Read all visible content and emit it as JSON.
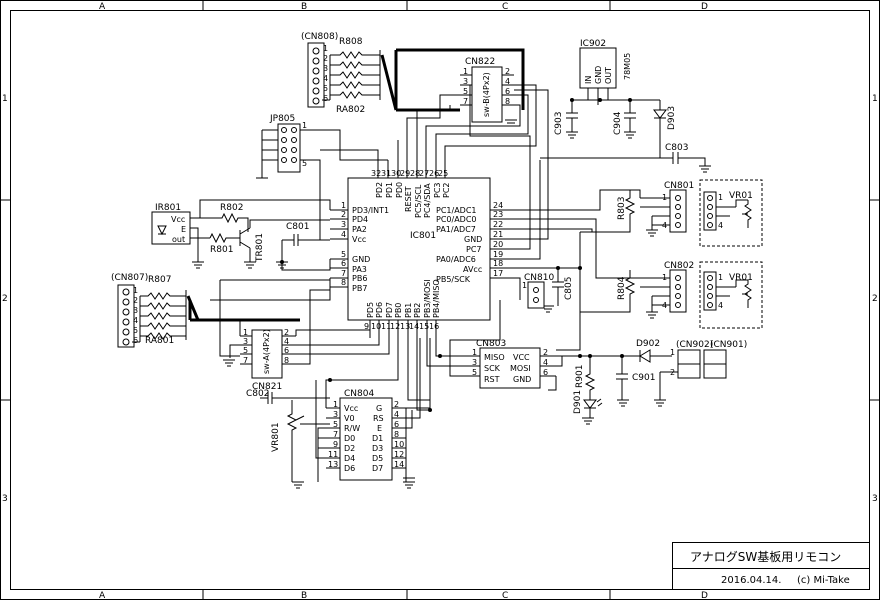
{
  "frame": {
    "columns": [
      "A",
      "B",
      "C",
      "D"
    ],
    "rows": [
      "1",
      "2",
      "3"
    ]
  },
  "title_block": {
    "title": "アナログSW基板用リモコン",
    "date": "2016.04.14.",
    "author": "(c) Mi-Take"
  },
  "components": {
    "ic801": {
      "ref": "IC801",
      "left_pins": [
        {
          "num": "1",
          "name": "PD3/INT1"
        },
        {
          "num": "2",
          "name": "PD4"
        },
        {
          "num": "3",
          "name": "PA2"
        },
        {
          "num": "4",
          "name": "Vcc"
        },
        {
          "num": "5",
          "name": "GND"
        },
        {
          "num": "6",
          "name": ""
        },
        {
          "num": "7",
          "name": "PA3"
        },
        {
          "num": "8",
          "name": "PB6"
        },
        {
          "num": "",
          "name": "PB7"
        }
      ],
      "top_pins": [
        {
          "num": "32",
          "name": "PD2"
        },
        {
          "num": "31",
          "name": "PD1"
        },
        {
          "num": "30",
          "name": "PD0"
        },
        {
          "num": "29",
          "name": "RESET"
        },
        {
          "num": "28",
          "name": "PC5/SCL"
        },
        {
          "num": "27",
          "name": "PC4/SDA"
        },
        {
          "num": "26",
          "name": "PC3"
        },
        {
          "num": "25",
          "name": "PC2"
        }
      ],
      "right_pins": [
        {
          "num": "24",
          "name": "PC1/ADC1"
        },
        {
          "num": "23",
          "name": "PC0/ADC0"
        },
        {
          "num": "22",
          "name": "PA1/ADC7"
        },
        {
          "num": "21",
          "name": "GND"
        },
        {
          "num": "20",
          "name": "PC7"
        },
        {
          "num": "19",
          "name": "PA0/ADC6"
        },
        {
          "num": "18",
          "name": "AVcc"
        },
        {
          "num": "17",
          "name": "PB5/SCK"
        }
      ],
      "bottom_pins": [
        {
          "num": "9",
          "name": "PD5"
        },
        {
          "num": "10",
          "name": "PD6"
        },
        {
          "num": "11",
          "name": "PD7"
        },
        {
          "num": "12",
          "name": "PB0"
        },
        {
          "num": "13",
          "name": "PB1"
        },
        {
          "num": "14",
          "name": "PB2"
        },
        {
          "num": "15",
          "name": "PB3/MOSI"
        },
        {
          "num": "16",
          "name": "PB4/MISO"
        }
      ]
    },
    "cn808": {
      "ref": "(CN808)",
      "pins": [
        "1",
        "2",
        "3",
        "4",
        "5",
        "6"
      ]
    },
    "r808": {
      "ref": "R808"
    },
    "ra802": {
      "ref": "RA802"
    },
    "cn822": {
      "ref": "CN822",
      "label": "sw-B(4Px2)",
      "pins_left": [
        "1",
        "3",
        "5",
        "7"
      ],
      "pins_right": [
        "2",
        "4",
        "6",
        "8"
      ]
    },
    "ic902": {
      "ref": "IC902",
      "part": "78M05",
      "pins": [
        "IN",
        "GND",
        "OUT"
      ]
    },
    "c903": {
      "ref": "C903"
    },
    "c904": {
      "ref": "C904"
    },
    "d903": {
      "ref": "D903"
    },
    "c803": {
      "ref": "C803"
    },
    "jp805": {
      "ref": "JP805",
      "pins": [
        "1",
        "5"
      ]
    },
    "ir801": {
      "ref": "IR801",
      "pins": [
        "Vcc",
        "E",
        "out"
      ]
    },
    "r802": {
      "ref": "R802"
    },
    "r801": {
      "ref": "R801"
    },
    "tr801": {
      "ref": "TR801"
    },
    "c801": {
      "ref": "C801"
    },
    "cn801": {
      "ref": "CN801",
      "pins": [
        "1",
        "4"
      ]
    },
    "r803": {
      "ref": "R803"
    },
    "vr01a": {
      "ref": "VR01",
      "pins": [
        "1",
        "4"
      ]
    },
    "cn802": {
      "ref": "CN802",
      "pins": [
        "1",
        "4"
      ]
    },
    "r804": {
      "ref": "R804"
    },
    "vr01b": {
      "ref": "VR01",
      "pins": [
        "1",
        "4"
      ]
    },
    "cn810": {
      "ref": "CN810",
      "pins": [
        "1"
      ]
    },
    "c805": {
      "ref": "C805"
    },
    "cn807": {
      "ref": "(CN807)",
      "pins": [
        "1",
        "2",
        "3",
        "4",
        "5",
        "6"
      ]
    },
    "r807": {
      "ref": "R807"
    },
    "ra801": {
      "ref": "RA801"
    },
    "cn821": {
      "ref": "CN821",
      "label": "sw-A(4Px2)",
      "pins_left": [
        "1",
        "3",
        "5",
        "7"
      ],
      "pins_right": [
        "2",
        "4",
        "6",
        "8"
      ]
    },
    "cn803": {
      "ref": "CN803",
      "pins_left": [
        "1",
        "3",
        "5"
      ],
      "pins_right": [
        "2",
        "4",
        "6"
      ],
      "signals": [
        "MISO",
        "VCC",
        "SCK",
        "MOSI",
        "RST",
        "GND"
      ]
    },
    "d902": {
      "ref": "D902"
    },
    "cn902": {
      "ref": "(CN902)",
      "pins": [
        "1",
        "2"
      ]
    },
    "cn901": {
      "ref": "(CN901)"
    },
    "r901": {
      "ref": "R901"
    },
    "c901": {
      "ref": "C901"
    },
    "d901": {
      "ref": "D901"
    },
    "c802": {
      "ref": "C802"
    },
    "vr801": {
      "ref": "VR801"
    },
    "cn804": {
      "ref": "CN804",
      "pins_left": [
        "1",
        "3",
        "5",
        "7",
        "9",
        "11",
        "13"
      ],
      "pins_right": [
        "2",
        "4",
        "6",
        "8",
        "10",
        "12",
        "14"
      ],
      "signals_left": [
        "Vcc",
        "V0",
        "R/W",
        "D0",
        "D2",
        "D4",
        "D6"
      ],
      "signals_right": [
        "G",
        "RS",
        "E",
        "D1",
        "D3",
        "D5",
        "D7"
      ]
    }
  }
}
